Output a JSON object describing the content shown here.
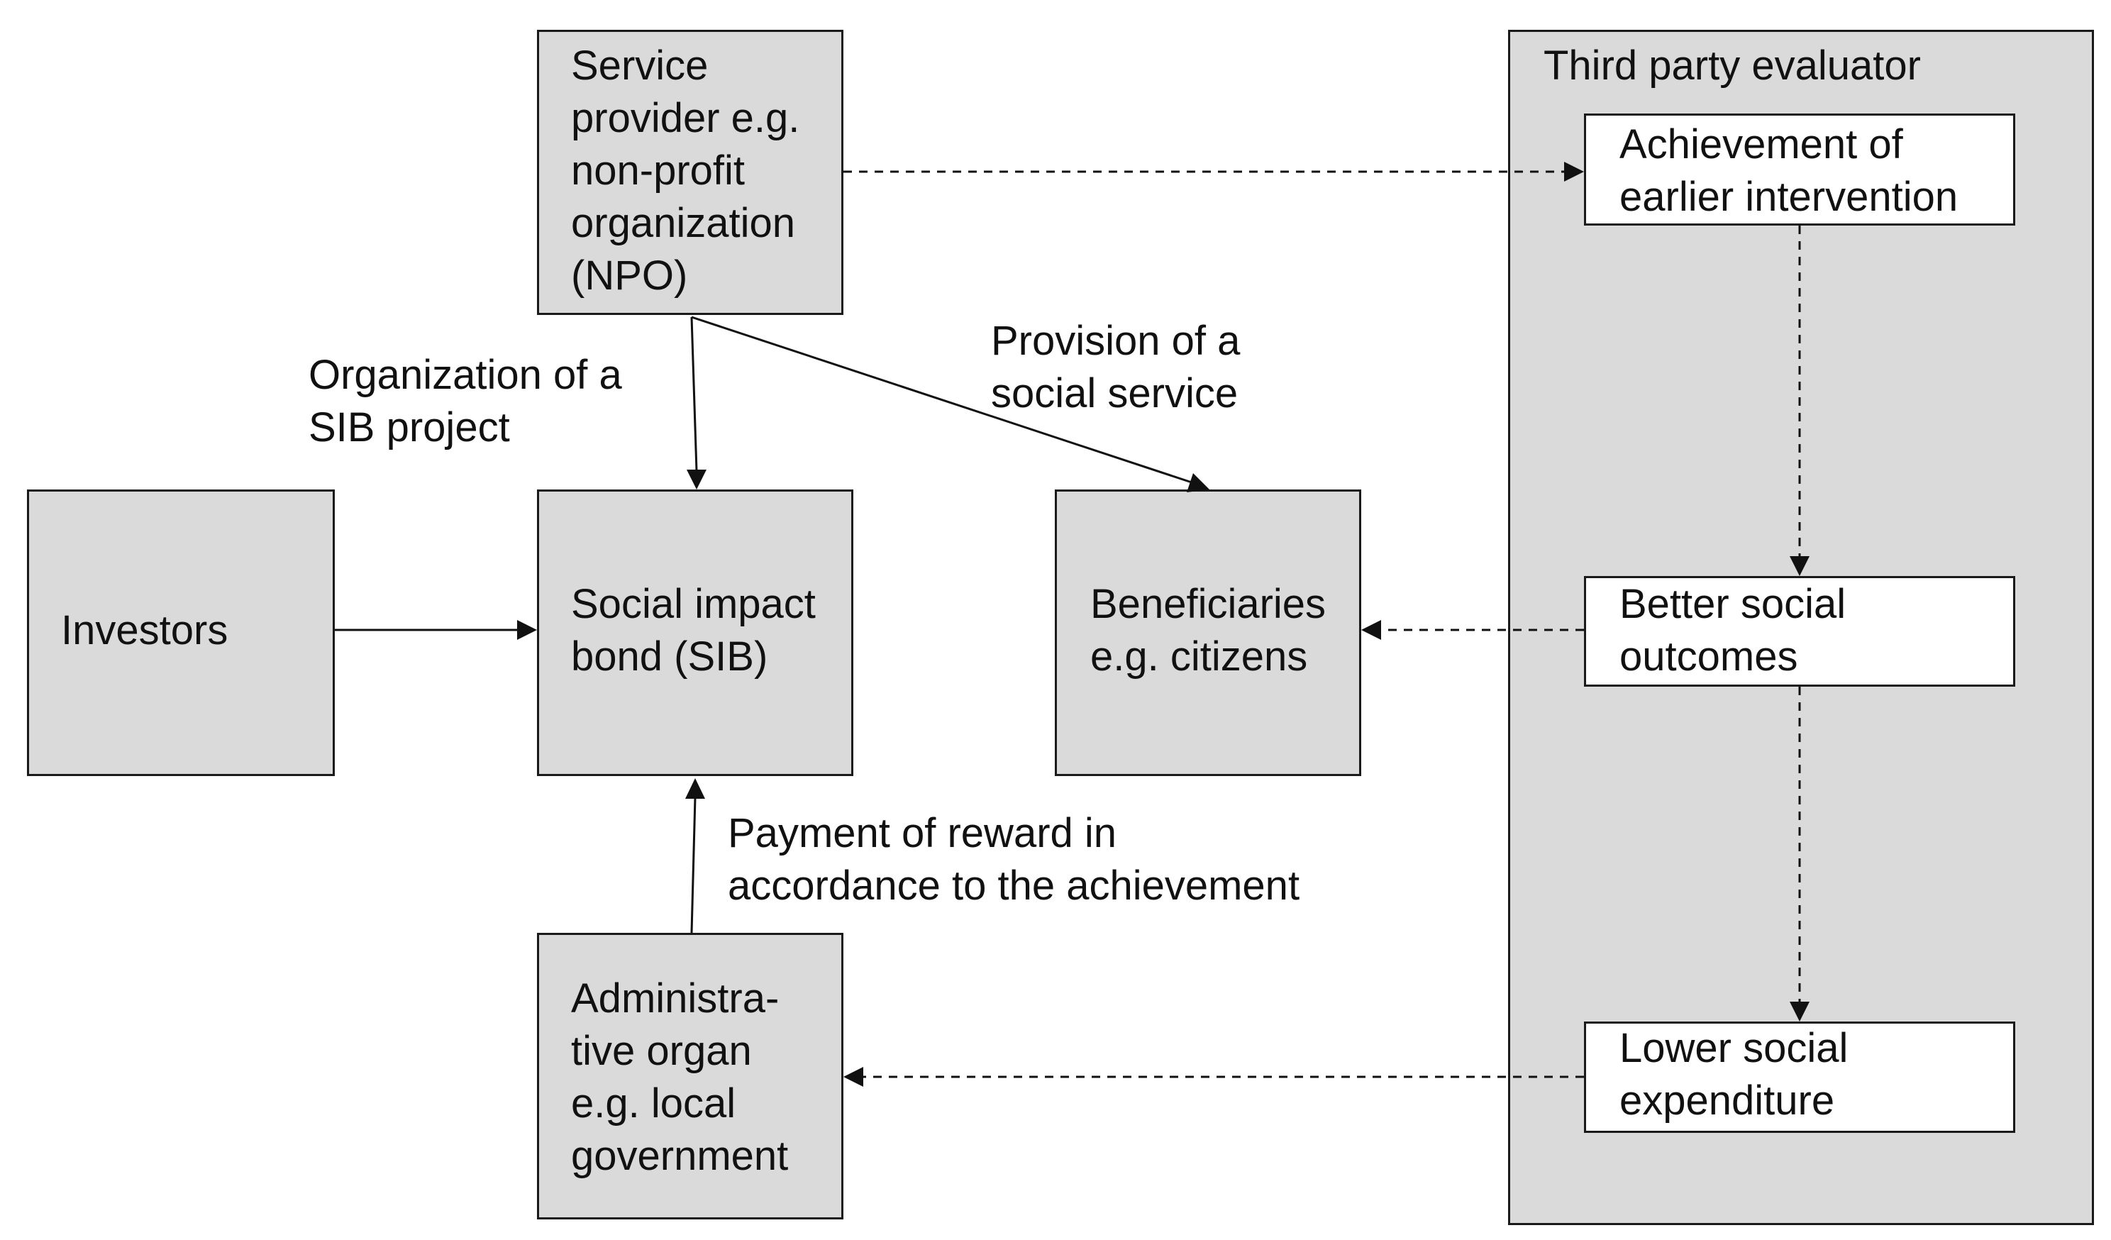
{
  "nodes": {
    "service_provider": "Service\nprovider e.g.\nnon-profit\norganization\n(NPO)",
    "investors": "Investors",
    "sib": "Social impact\nbond (SIB)",
    "beneficiaries": "Beneficiaries\ne.g. citizens",
    "admin_organ": "Administra-\ntive organ\ne.g. local\ngovernment",
    "evaluator_title": "Third party evaluator",
    "achievement": "Achievement of\nearlier intervention",
    "better_outcomes": "Better social\noutcomes",
    "lower_expenditure": "Lower social\nexpenditure"
  },
  "edges": {
    "organization_label": "Organization of a\nSIB project",
    "provision_label": "Provision of a\nsocial service",
    "payment_label": "Payment of reward in\naccordance to the achievement"
  }
}
